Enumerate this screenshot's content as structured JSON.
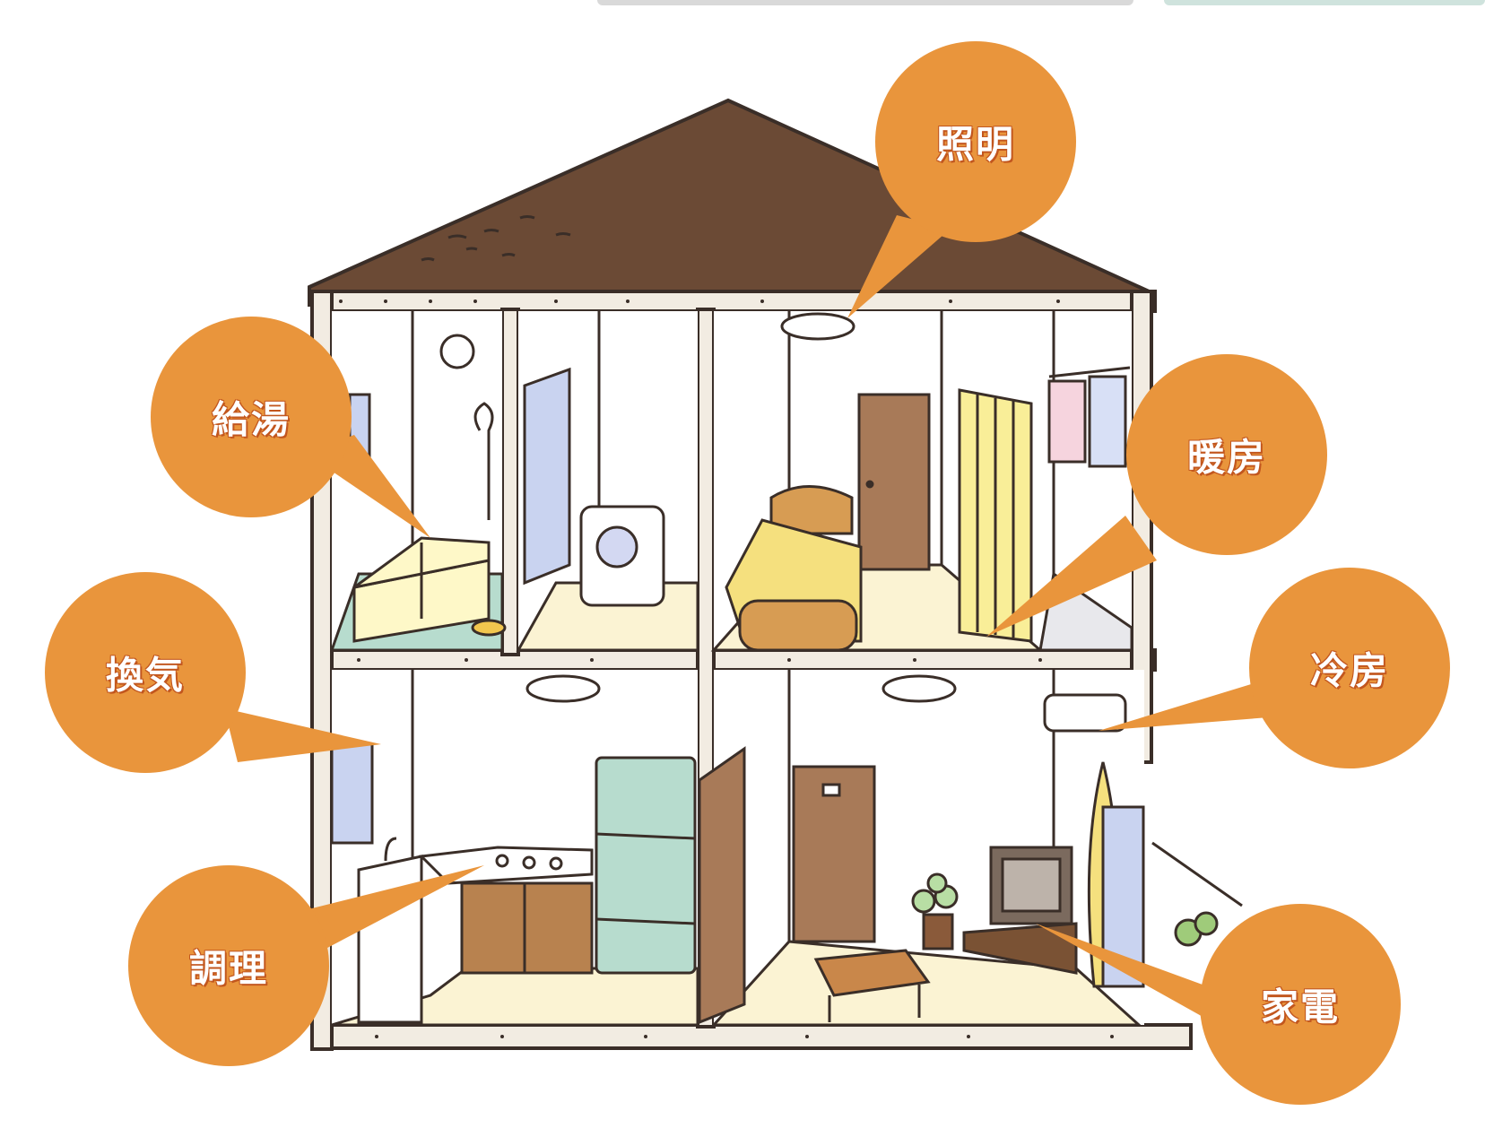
{
  "colors": {
    "bubble": "#E9953C",
    "roof": "#6B4A35",
    "wall": "#F2ECE2",
    "outline": "#3A2E28",
    "floor": "#FBF3D3",
    "accent_blue": "#C9D3F0",
    "accent_green": "#B7DCCE",
    "door_brown": "#A87A58",
    "bed_yellow": "#F5E07E",
    "curtain_yellow": "#F9EE98"
  },
  "labels": {
    "lighting": "照明",
    "hot_water": "給湯",
    "heating": "暖房",
    "ventilation": "換気",
    "cooling": "冷房",
    "cooking": "調理",
    "appliances": "家電"
  }
}
